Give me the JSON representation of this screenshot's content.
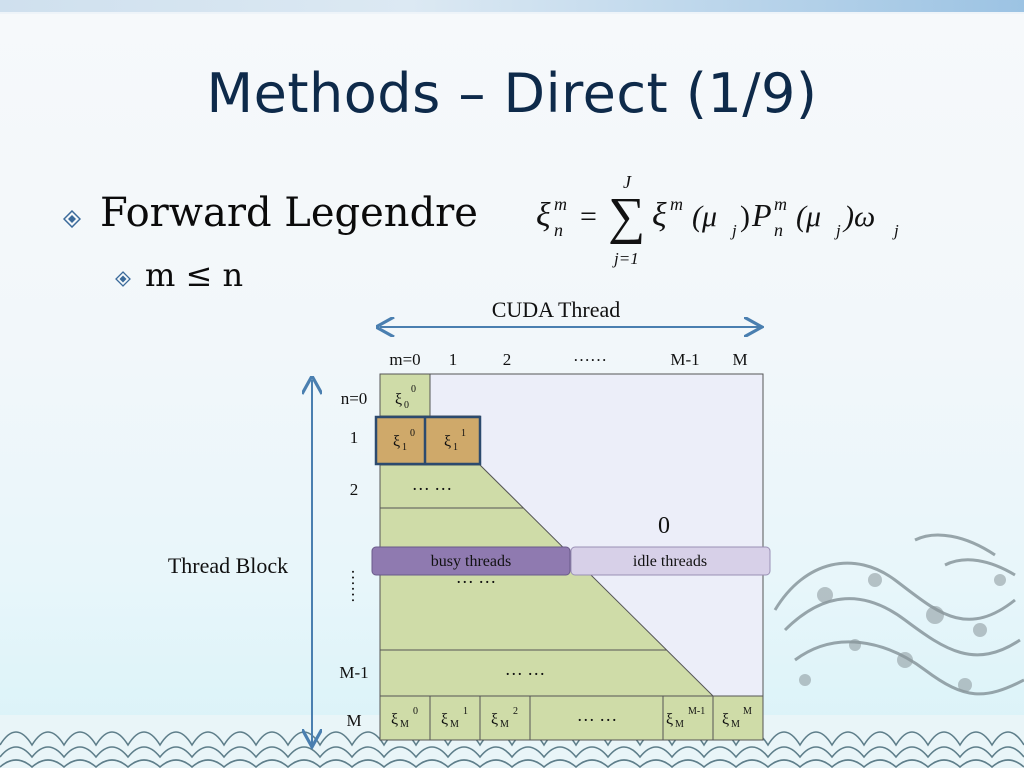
{
  "slide": {
    "title": "Methods – Direct (1/9)",
    "bullet1": "Forward Legendre",
    "bullet2": "m ≤ n",
    "bullet_icon": "diamond-bullet-icon"
  },
  "formula": {
    "lhs": "ξ",
    "lhs_sup": "m",
    "lhs_sub": "n",
    "eq": "=",
    "sum_upper": "J",
    "sum_lower": "j=1",
    "term1": "ξ",
    "term1_sup": "m",
    "paren1": "(μ",
    "paren1_sub": "j",
    "paren1_close": ")",
    "P": "P",
    "P_sup": "m",
    "P_sub": "n",
    "paren2": "(μ",
    "paren2_sub": "j",
    "paren2_close": ")ω",
    "omega_sub": "j"
  },
  "diagram": {
    "cuda_thread_label": "CUDA Thread",
    "thread_block_label": "Thread Block",
    "col_headers": [
      "m=0",
      "1",
      "2",
      "……",
      "M-1",
      "M"
    ],
    "row_headers": [
      "n=0",
      "1",
      "2",
      "……",
      "M-1",
      "M"
    ],
    "zero_label": "0",
    "busy_threads": "busy threads",
    "idle_threads": "idle threads",
    "ellipsis": "… …",
    "cell_symbol": "ξ",
    "cells": {
      "r0c0_sub": "0",
      "r0c0_sup": "0",
      "r1c0_sub": "1",
      "r1c0_sup": "0",
      "r1c1_sub": "1",
      "r1c1_sup": "1",
      "rMc0_sub": "M",
      "rMc0_sup": "0",
      "rMc1_sub": "M",
      "rMc1_sup": "1",
      "rMc2_sub": "M",
      "rMc2_sup": "2",
      "rMcM1_sub": "M",
      "rMcM1_sup": "M-1",
      "rMcM_sub": "M",
      "rMcM_sup": "M"
    },
    "colors": {
      "green_fill": "#cfdca8",
      "lavender_fill": "#eceef9",
      "highlight_fill": "#cfa96a",
      "highlight_border": "#2c4a6e",
      "busy_fill": "#8f7ab0",
      "idle_fill": "#d7d0e8",
      "arrow": "#4a7fb0"
    }
  }
}
